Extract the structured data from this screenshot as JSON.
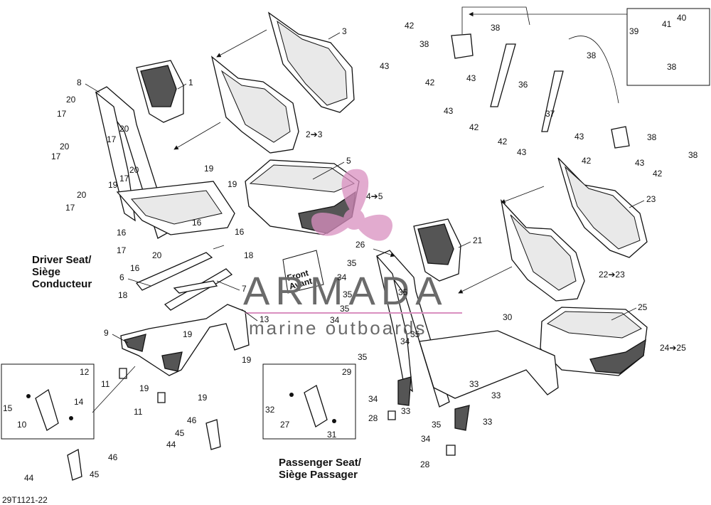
{
  "captions": {
    "driver": [
      "Driver Seat/",
      "Siège",
      "Conducteur"
    ],
    "passenger": [
      "Passenger Seat/",
      "Siège Passager"
    ],
    "ref": "29T1121-22",
    "front": [
      "Front",
      "Avant"
    ]
  },
  "watermark": {
    "name": "ARMADA",
    "tagline": "marine outboards",
    "colors": {
      "text": "#6b6b6b",
      "logo": "#d98fc0",
      "rule": "#d98fc0"
    }
  },
  "callouts": {
    "1": "1",
    "2": "2",
    "3": "3",
    "4": "4",
    "5": "5",
    "6": "6",
    "7": "7",
    "8": "8",
    "9": "9",
    "10": "10",
    "11": "11",
    "12": "12",
    "13": "13",
    "14": "14",
    "15": "15",
    "16": "16",
    "17": "17",
    "18": "18",
    "19": "19",
    "20": "20",
    "21": "21",
    "22": "22",
    "23": "23",
    "24": "24",
    "25": "25",
    "26": "26",
    "27": "27",
    "28": "28",
    "29": "29",
    "30": "30",
    "31": "31",
    "32": "32",
    "33": "33",
    "34": "34",
    "35": "35",
    "36": "36",
    "37": "37",
    "38": "38",
    "39": "39",
    "40": "40",
    "41": "41",
    "42": "42",
    "43": "43",
    "44": "44",
    "45": "45",
    "46": "46",
    "r2to3": "2➔3",
    "r4to5": "4➔5",
    "r22to23": "22➔23",
    "r24to25": "24➔25"
  }
}
